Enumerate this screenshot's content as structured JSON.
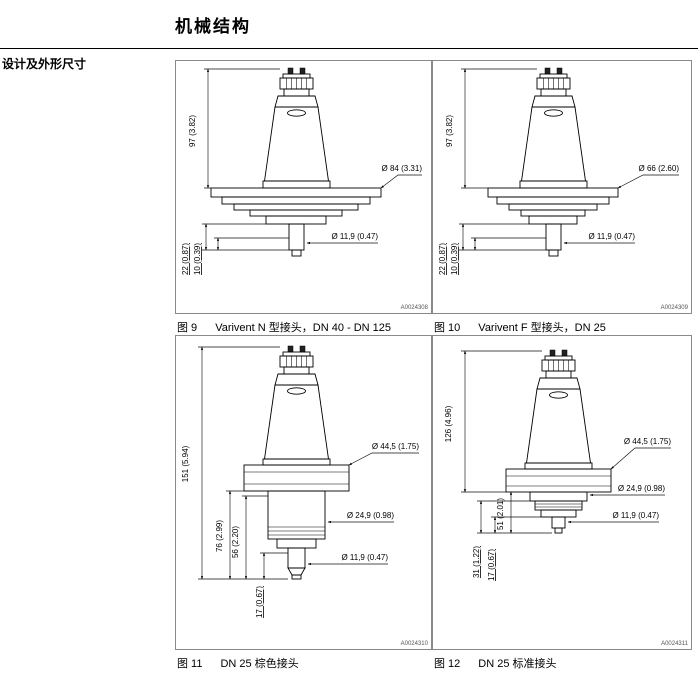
{
  "page": {
    "title": "机械结构",
    "sidebar_label": "设计及外形尺寸"
  },
  "figures": [
    {
      "label": "图 9",
      "caption": "Varivent N 型接头，DN 40 - DN 125",
      "code": "A0024308",
      "dims": {
        "height": "97 (3.82)",
        "flange_dia": "Ø 84 (3.31)",
        "tube_dia": "Ø 11,9 (0.47)",
        "bottom1": "22 (0.87)",
        "bottom2": "10 (0.39)"
      }
    },
    {
      "label": "图 10",
      "caption": "Varivent F 型接头，DN 25",
      "code": "A0024309",
      "dims": {
        "height": "97 (3.82)",
        "flange_dia": "Ø 66 (2.60)",
        "tube_dia": "Ø 11,9 (0.47)",
        "bottom1": "22 (0.87)",
        "bottom2": "10 (0.39)"
      }
    },
    {
      "label": "图 11",
      "caption": "DN 25 棕色接头",
      "code": "A0024310",
      "dims": {
        "total": "151 (5.94)",
        "flange_dia": "Ø 44,5 (1.75)",
        "mid1": "76 (2.99)",
        "mid2": "56 (2.20)",
        "body_dia": "Ø 24,9 (0.98)",
        "tube_dia": "Ø 11,9 (0.47)",
        "tip": "17 (0.67)"
      }
    },
    {
      "label": "图 12",
      "caption": "DN 25 标准接头",
      "code": "A0024311",
      "dims": {
        "total": "126 (4.96)",
        "flange_dia": "Ø 44,5 (1.75)",
        "mid1": "51 (2.01)",
        "body_dia": "Ø 24,9 (0.98)",
        "tube_dia": "Ø 11,9 (0.47)",
        "bottom1": "31 (1.22)",
        "bottom2": "17 (0.67)"
      }
    }
  ]
}
